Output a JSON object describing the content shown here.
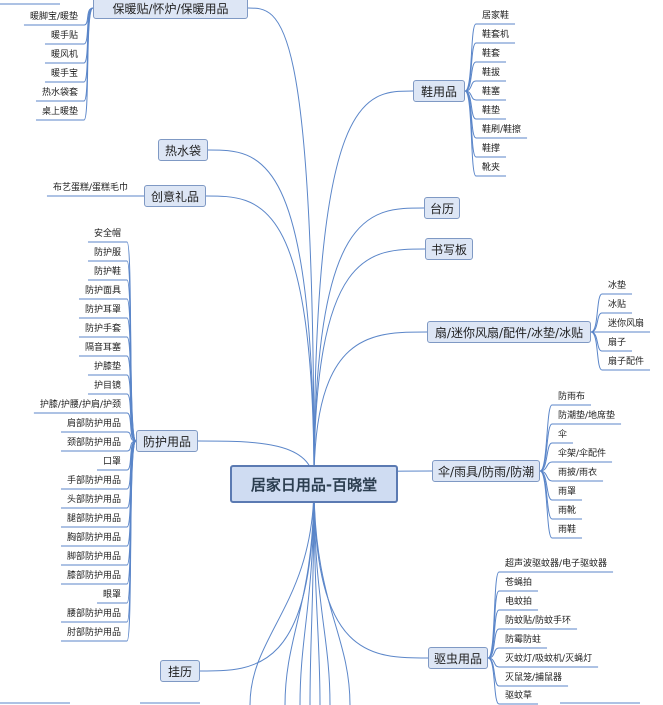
{
  "central": "居家日用品-百晓堂",
  "branches": [
    {
      "id": "baonuan",
      "label": "保暖贴/怀炉/保暖用品",
      "side": "left",
      "leaves": [
        "暖脚宝/暖垫",
        "暖手贴",
        "暖风机",
        "暖手宝",
        "热水袋套",
        "桌上暖垫"
      ]
    },
    {
      "id": "reshuidai",
      "label": "热水袋",
      "side": "left",
      "leaves": []
    },
    {
      "id": "chuangyi",
      "label": "创意礼品",
      "side": "left",
      "leaves": [
        "布艺蛋糕/蛋糕毛巾"
      ]
    },
    {
      "id": "fanghu",
      "label": "防护用品",
      "side": "left",
      "leaves": [
        "安全帽",
        "防护服",
        "防护鞋",
        "防护面具",
        "防护耳罩",
        "防护手套",
        "隔音耳塞",
        "护膝垫",
        "护目镜",
        "护膝/护腰/护肩/护颈",
        "肩部防护用品",
        "颈部防护用品",
        "口罩",
        "手部防护用品",
        "头部防护用品",
        "腿部防护用品",
        "胸部防护用品",
        "脚部防护用品",
        "膝部防护用品",
        "眼罩",
        "腰部防护用品",
        "肘部防护用品"
      ]
    },
    {
      "id": "guali",
      "label": "挂历",
      "side": "left",
      "leaves": []
    },
    {
      "id": "xie",
      "label": "鞋用品",
      "side": "right",
      "leaves": [
        "居家鞋",
        "鞋套机",
        "鞋套",
        "鞋拔",
        "鞋塞",
        "鞋垫",
        "鞋刷/鞋擦",
        "鞋撑",
        "靴夹"
      ]
    },
    {
      "id": "taili",
      "label": "台历",
      "side": "right",
      "leaves": []
    },
    {
      "id": "shuxie",
      "label": "书写板",
      "side": "right",
      "leaves": []
    },
    {
      "id": "shan",
      "label": "扇/迷你风扇/配件/冰垫/冰贴",
      "side": "right",
      "leaves": [
        "冰垫",
        "冰贴",
        "迷你风扇",
        "扇子",
        "扇子配件"
      ]
    },
    {
      "id": "san",
      "label": "伞/雨具/防雨/防潮",
      "side": "right",
      "leaves": [
        "防雨布",
        "防潮垫/地席垫",
        "伞",
        "伞架/伞配件",
        "雨披/雨衣",
        "雨罩",
        "雨靴",
        "雨鞋"
      ]
    },
    {
      "id": "quchong",
      "label": "驱虫用品",
      "side": "right",
      "leaves": [
        "超声波驱蚊器/电子驱蚊器",
        "苍蝇拍",
        "电蚊拍",
        "防蚊贴/防蚊手环",
        "防霉防蛀",
        "灭蚊灯/吸蚊机/灭蝇灯",
        "灭鼠笼/捕鼠器",
        "驱蚊草"
      ]
    }
  ],
  "colors": {
    "line": "#5b86c9",
    "node_bg": "#dde6f5",
    "node_border": "#7f99c4"
  }
}
